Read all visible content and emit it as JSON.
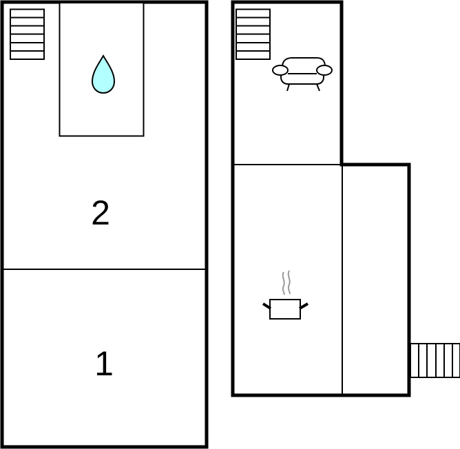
{
  "floorplan": {
    "left_building": {
      "rooms": [
        {
          "id": "bedroom-2",
          "label": "2"
        },
        {
          "id": "bedroom-1",
          "label": "1"
        }
      ],
      "icons": [
        "stairs-icon",
        "bathroom-water-drop-icon"
      ]
    },
    "right_building": {
      "rooms": [
        {
          "id": "living-room"
        },
        {
          "id": "kitchen"
        },
        {
          "id": "side-room"
        }
      ],
      "icons": [
        "stairs-icon",
        "sofa-icon",
        "cooking-pot-icon",
        "entrance-steps-icon"
      ]
    },
    "colors": {
      "wall": "#000000",
      "water": "#b3ffff",
      "steam": "#999999",
      "background": "#ffffff"
    }
  }
}
